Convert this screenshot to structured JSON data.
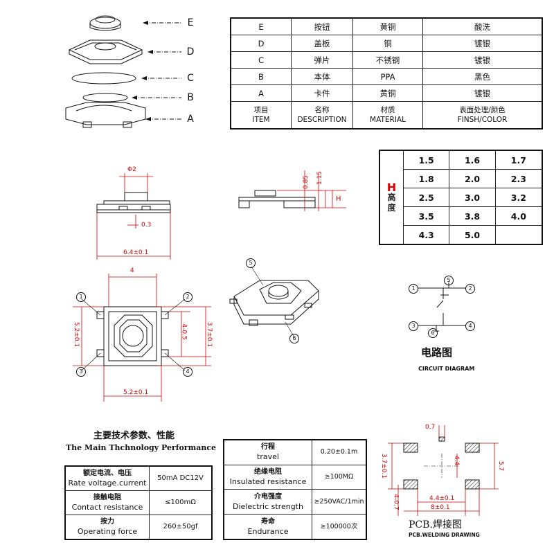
{
  "exploded": {
    "labels": [
      "E",
      "D",
      "C",
      "B",
      "A"
    ]
  },
  "bom": {
    "rows": [
      [
        "E",
        "按钮",
        "黄铜",
        "酸洗"
      ],
      [
        "D",
        "盖板",
        "铜",
        "镀银"
      ],
      [
        "C",
        "弹片",
        "不锈钢",
        "镀银"
      ],
      [
        "B",
        "本体",
        "PPA",
        "黑色"
      ],
      [
        "A",
        "卡件",
        "黄铜",
        "镀银"
      ]
    ],
    "header": [
      [
        "项目",
        "ITEM"
      ],
      [
        "名称",
        "DESCRIPTION"
      ],
      [
        "材质",
        "MATERIAL"
      ],
      [
        "表面处理/颜色",
        "FINSH/COLOR"
      ]
    ]
  },
  "height_table": {
    "symbol": "H",
    "label1": "高",
    "label2": "度",
    "rows": [
      [
        "1.5",
        "1.6",
        "1.7"
      ],
      [
        "1.8",
        "2.0",
        "2.3"
      ],
      [
        "2.5",
        "3.0",
        "3.2"
      ],
      [
        "3.5",
        "3.8",
        "4.0"
      ],
      [
        "4.3",
        "5.0",
        ""
      ]
    ]
  },
  "dims": {
    "front_top": "Φ2",
    "front_small": "0.3",
    "front_width": "6.4±0.1",
    "side_1": "0.85",
    "side_2": "1.15",
    "side_h": "H",
    "top_width": "4",
    "top_left": "5.2±0.1",
    "top_right_inner": "4-0.5",
    "top_right_outer": "3.7±0.1",
    "top_bottom": "5.2±0.1"
  },
  "pins": [
    "1",
    "2",
    "3",
    "4",
    "5",
    "6"
  ],
  "circuit": {
    "title_cn": "电路图",
    "title_en": "CIRCUIT DIAGRAM"
  },
  "spec": {
    "title_cn": "主要技术参数、性能",
    "title_en": "The Main Thchnology Performance",
    "left": [
      [
        "额定电流、电压",
        "Rate voltage.current",
        "50mA DC12V"
      ],
      [
        "接触电阻",
        "Contact resistance",
        "≤100mΩ"
      ],
      [
        "按力",
        "Operating force",
        "260±50gf"
      ]
    ],
    "right": [
      [
        "行程",
        "travel",
        "0.20±0.1m"
      ],
      [
        "绝缘电阻",
        "Insulated resistance",
        "≥100MΩ"
      ],
      [
        "介电强度",
        "Dielectric strength",
        "≥250VAC/1min"
      ],
      [
        "寿命",
        "Endurance",
        "≥100000次"
      ]
    ]
  },
  "pcb": {
    "title_cn": "PCB.焊接图",
    "title_en": "PCB.WELDING DRAWING",
    "d_top": "0.7",
    "d_left": "3.7±0.1",
    "d_inner": "4.4",
    "d_right": "5.7",
    "d_pad": "4-0.7",
    "d_bottom1": "4.4±0.1",
    "d_bottom2": "8±0.1"
  }
}
